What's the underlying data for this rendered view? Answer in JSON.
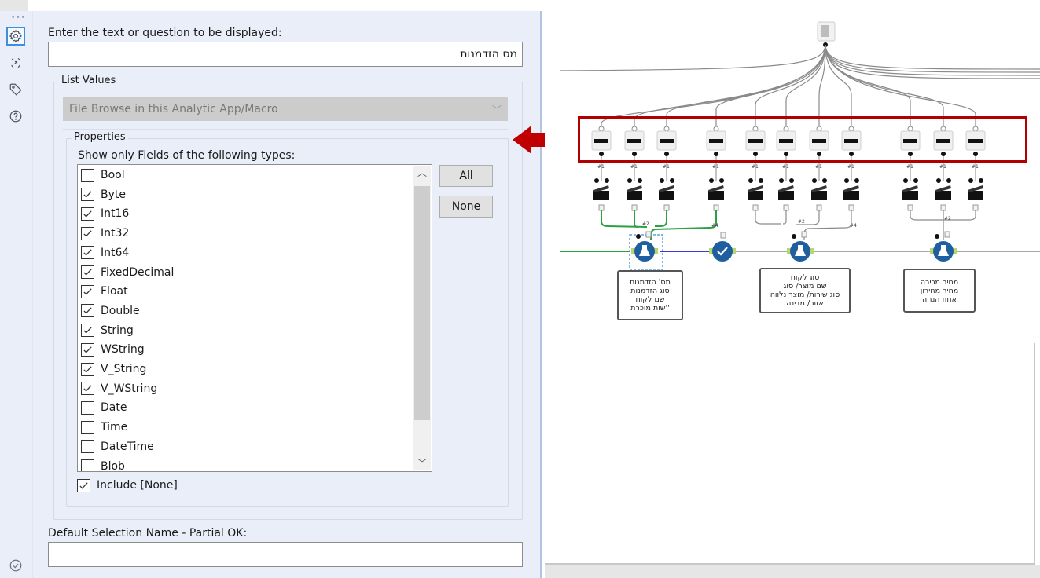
{
  "panel": {
    "rail_icons": [
      {
        "name": "configuration",
        "icon": "gear-icon",
        "active": true
      },
      {
        "name": "connections",
        "icon": "arrow-circle-icon",
        "active": false
      },
      {
        "name": "annotation",
        "icon": "tag-icon",
        "active": false
      },
      {
        "name": "help",
        "icon": "question-icon",
        "active": false
      }
    ],
    "bottom_icon": "check-circle-icon",
    "prompt_label": "Enter the text or question to be displayed:",
    "prompt_value": "מס הזדמנות",
    "list_values": {
      "title": "List Values",
      "source_select": "File Browse in this Analytic App/Macro",
      "properties": {
        "title": "Properties",
        "types_label": "Show only Fields of the following types:",
        "types": [
          {
            "label": "Bool",
            "checked": false
          },
          {
            "label": "Byte",
            "checked": true
          },
          {
            "label": "Int16",
            "checked": true
          },
          {
            "label": "Int32",
            "checked": true
          },
          {
            "label": "Int64",
            "checked": true
          },
          {
            "label": "FixedDecimal",
            "checked": true
          },
          {
            "label": "Float",
            "checked": true
          },
          {
            "label": "Double",
            "checked": true
          },
          {
            "label": "String",
            "checked": true
          },
          {
            "label": "WString",
            "checked": true
          },
          {
            "label": "V_String",
            "checked": true
          },
          {
            "label": "V_WString",
            "checked": true
          },
          {
            "label": "Date",
            "checked": false
          },
          {
            "label": "Time",
            "checked": false
          },
          {
            "label": "DateTime",
            "checked": false
          },
          {
            "label": "Blob",
            "checked": false
          }
        ],
        "all_button": "All",
        "none_button": "None",
        "include_none": {
          "label": "Include [None]",
          "checked": true
        }
      }
    },
    "default_selection_label": "Default Selection Name - Partial OK:",
    "default_selection_value": ""
  },
  "canvas": {
    "highlight_color": "#b00000",
    "connection_labels": {
      "dropdown_output": "#1",
      "join_inputs": [
        "#1",
        "#2",
        "#3",
        "#4"
      ]
    },
    "comments": [
      [
        "מס' הזדמנות",
        "סוג הזדמנות",
        "שם לקוח",
        "''שות מוכרת"
      ],
      [
        "סוג לקוח",
        "שם מוצר/ סוג",
        "סוג שירות/ מוצר נלווה",
        "אזור/ מדינה"
      ],
      [
        "מחיר מכירה",
        "מחיר מחירון",
        "אחוז הנחה"
      ]
    ]
  }
}
